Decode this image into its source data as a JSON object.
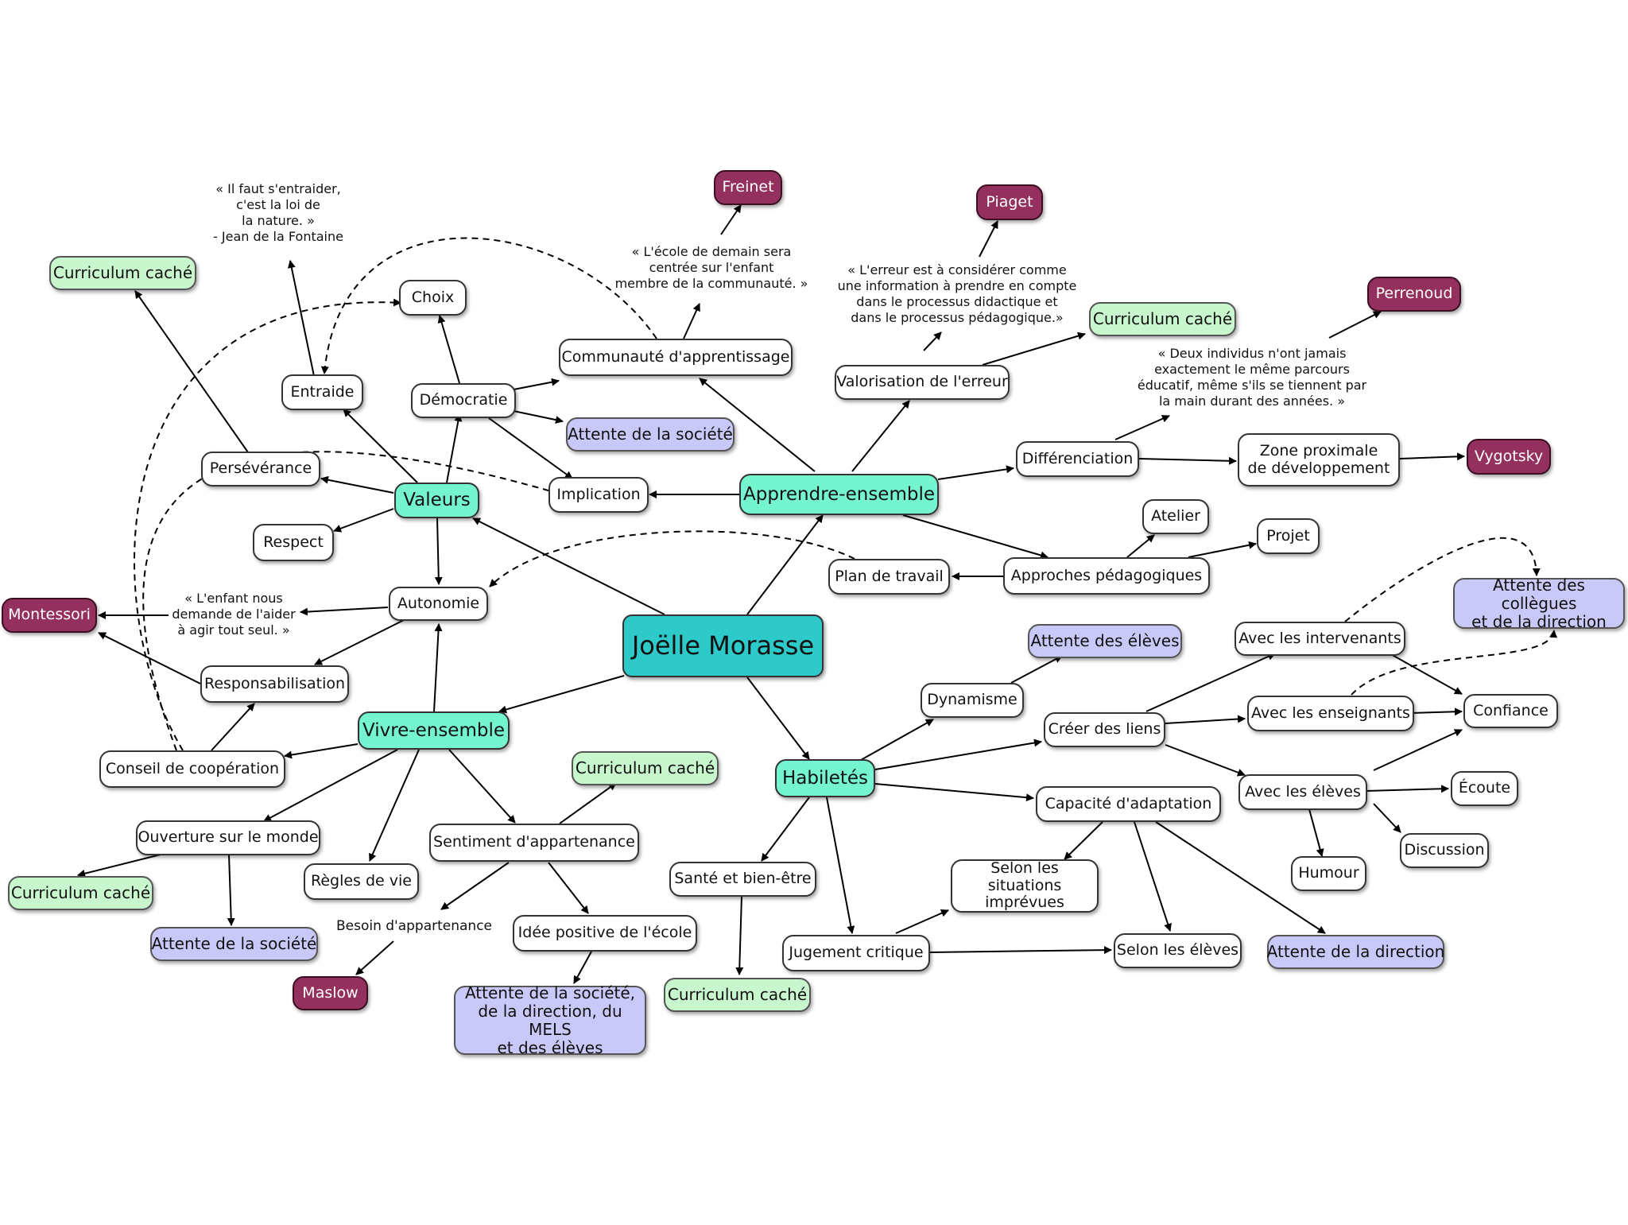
{
  "colors": {
    "center": "#2ec9c9",
    "main": "#74f5d0",
    "white": "#ffffff",
    "green": "#c9f7cd",
    "purple": "#c9c9f9",
    "person": "#94305e"
  },
  "nodes": {
    "center": "Joëlle Morasse",
    "valeurs": "Valeurs",
    "apprendre": "Apprendre-ensemble",
    "vivre": "Vivre-ensemble",
    "habiletes": "Habiletés",
    "choix": "Choix",
    "entraide": "Entraide",
    "democratie": "Démocratie",
    "perseverance": "Persévérance",
    "respect": "Respect",
    "implication": "Implication",
    "autonomie": "Autonomie",
    "responsabilisation": "Responsabilisation",
    "conseil": "Conseil de coopération",
    "curr_tl": "Curriculum caché",
    "quote_fontaine": "« Il faut s'entraider,\nc'est la loi de\nla nature. »\n- Jean de la Fontaine",
    "quote_montessori": "« L'enfant nous\ndemande de l'aider\nà agir tout seul. »",
    "montessori": "Montessori",
    "communaute": "Communauté d'apprentissage",
    "attente_soc_top": "Attente de la société",
    "quote_freinet": "« L'école de demain sera\ncentrée sur l'enfant\nmembre de la communauté. »",
    "freinet": "Freinet",
    "piaget": "Piaget",
    "quote_piaget": "« L'erreur est à considérer comme\nune information à prendre en compte\ndans le processus didactique et\ndans le processus pédagogique.»",
    "valorisation": "Valorisation de l'erreur",
    "curr_piaget": "Curriculum caché",
    "perrenoud": "Perrenoud",
    "quote_perrenoud": "« Deux individus n'ont jamais\nexactement le même parcours\néducatif, même s'ils se tiennent par\nla main durant des années. »",
    "differenciation": "Différenciation",
    "zone": "Zone proximale\nde développement",
    "vygotsky": "Vygotsky",
    "atelier": "Atelier",
    "projet": "Projet",
    "approches": "Approches pédagogiques",
    "plan": "Plan de travail",
    "ouverture": "Ouverture sur le monde",
    "curr_ouv": "Curriculum caché",
    "attente_soc_ouv": "Attente de la société",
    "regles": "Règles de vie",
    "sentiment": "Sentiment d'appartenance",
    "curr_sent": "Curriculum caché",
    "besoin": "Besoin d'appartenance",
    "maslow": "Maslow",
    "idee": "Idée positive de l'école",
    "attente_multi": "Attente de la société,\nde la direction, du MELS\net des élèves",
    "sante": "Santé et bien-être",
    "curr_sante": "Curriculum caché",
    "jugement": "Jugement critique",
    "situations": "Selon les situations\nimprévues",
    "selon_eleves": "Selon les élèves",
    "adaptation": "Capacité d'adaptation",
    "attente_direction": "Attente de la direction",
    "dynamisme": "Dynamisme",
    "attente_eleves": "Attente des élèves",
    "liens": "Créer des liens",
    "intervenants": "Avec les intervenants",
    "enseignants": "Avec les enseignants",
    "avec_eleves": "Avec les élèves",
    "attente_collegues": "Attente des collègues\net de la direction",
    "confiance": "Confiance",
    "ecoute": "Écoute",
    "discussion": "Discussion",
    "humour": "Humour"
  }
}
